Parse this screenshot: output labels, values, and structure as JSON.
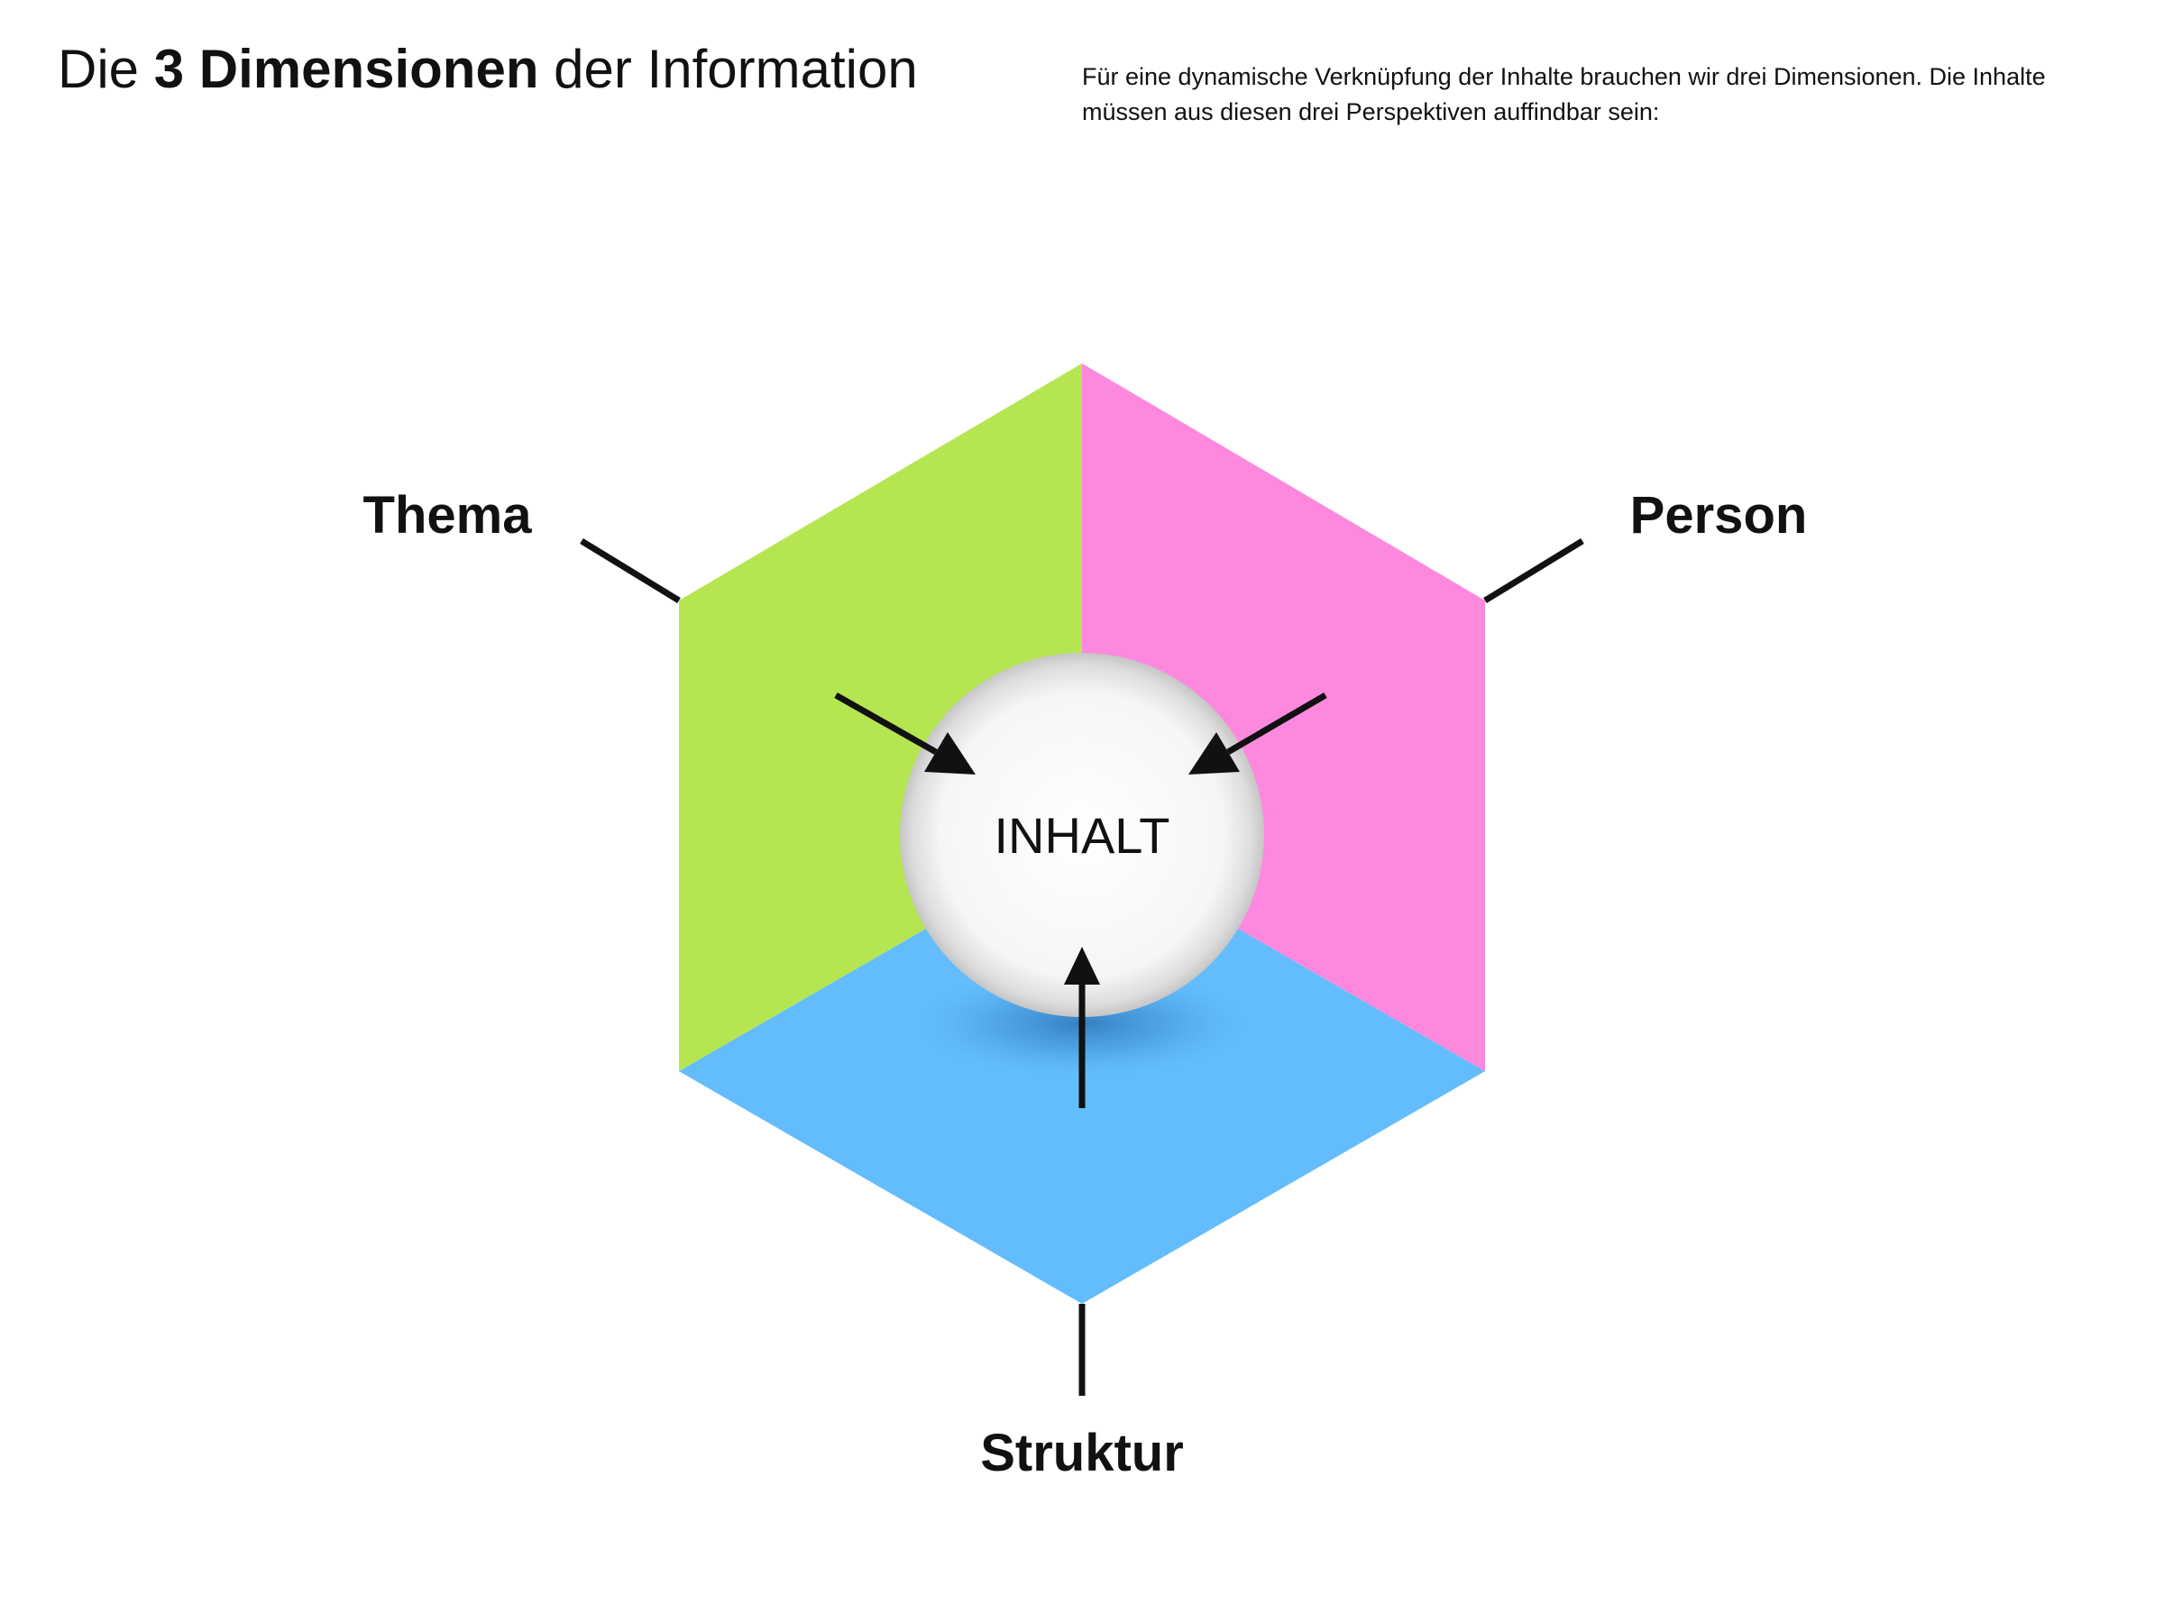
{
  "header": {
    "title_pre": "Die ",
    "title_bold": "3 Dimensionen",
    "title_post": " der Information",
    "intro": "Für eine dynamische Verknüpfung der Inhalte brauchen wir drei Dimensionen. Die Inhalte müssen aus diesen drei Perspektiven auffindbar sein:"
  },
  "diagram": {
    "center_label": "INHALT",
    "dimensions": {
      "thema": "Thema",
      "person": "Person",
      "struktur": "Struktur"
    }
  },
  "colors": {
    "thema_face": "#b5e651",
    "person_face": "#fe88de",
    "struktur_face": "#63bdfc",
    "sphere": "#ffffff",
    "ink": "#111111"
  }
}
